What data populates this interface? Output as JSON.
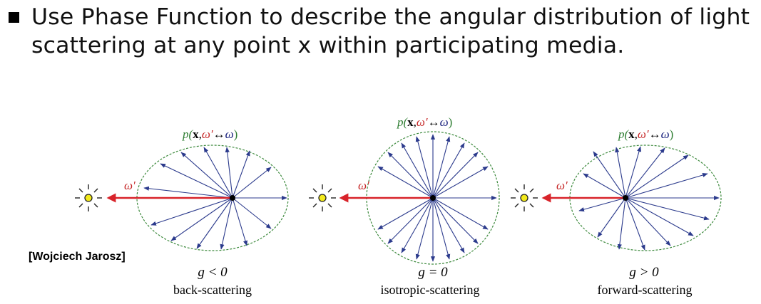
{
  "bullet": {
    "text": "Use Phase Function to describe the angular distribution of light scattering at any point x within participating media."
  },
  "credit": "[Wojciech Jarosz]",
  "panels": [
    {
      "label_p": "p(",
      "label_x": "x",
      "label_comma": ",",
      "label_omega_in": "ω′",
      "label_arrow": "↔",
      "label_omega": "ω",
      "label_close": ")",
      "omega_in": "ω′",
      "g": "g < 0",
      "caption": "back-scattering"
    },
    {
      "label_p": "p(",
      "label_x": "x",
      "label_comma": ",",
      "label_omega_in": "ω′",
      "label_arrow": "↔",
      "label_omega": "ω",
      "label_close": ")",
      "omega_in": "ω′",
      "g": "g = 0",
      "caption": "isotropic-scattering"
    },
    {
      "label_p": "p(",
      "label_x": "x",
      "label_comma": ",",
      "label_omega_in": "ω′",
      "label_arrow": "↔",
      "label_omega": "ω",
      "label_close": ")",
      "omega_in": "ω′",
      "g": "g > 0",
      "caption": "forward-scattering"
    }
  ],
  "colors": {
    "incoming_arrow": "#d8232a",
    "scatter_arrows": "#2b3a8c",
    "boundary": "#3d8a3d",
    "light_fill": "#f3ea1c",
    "label_green": "#2e7d32",
    "label_red": "#c62828",
    "label_blue": "#1a237e"
  }
}
